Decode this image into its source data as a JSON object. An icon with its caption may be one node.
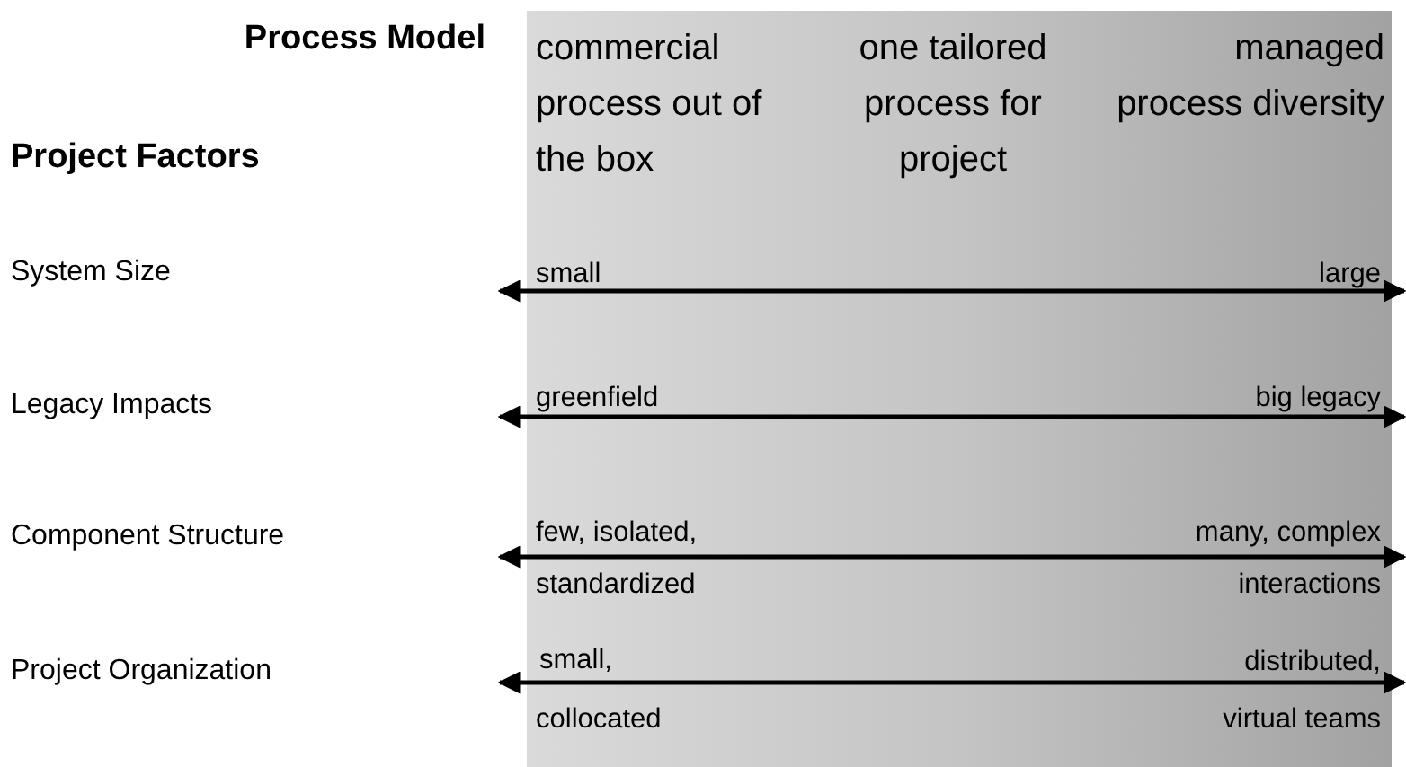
{
  "diagram": {
    "labels": [
      "Process Model",
      "commercial process out of the box",
      "one tailored process for project",
      "managed process diversity",
      "Project Factors",
      "System Size",
      "small",
      "large",
      "Legacy Impacts",
      "greenfield",
      "big legacy",
      "Component Structure",
      "few, isolated,",
      "many, complex",
      "standardized",
      "interactions",
      "Project Organization",
      "small,",
      "distributed,",
      "collocated",
      "virtual teams"
    ]
  }
}
